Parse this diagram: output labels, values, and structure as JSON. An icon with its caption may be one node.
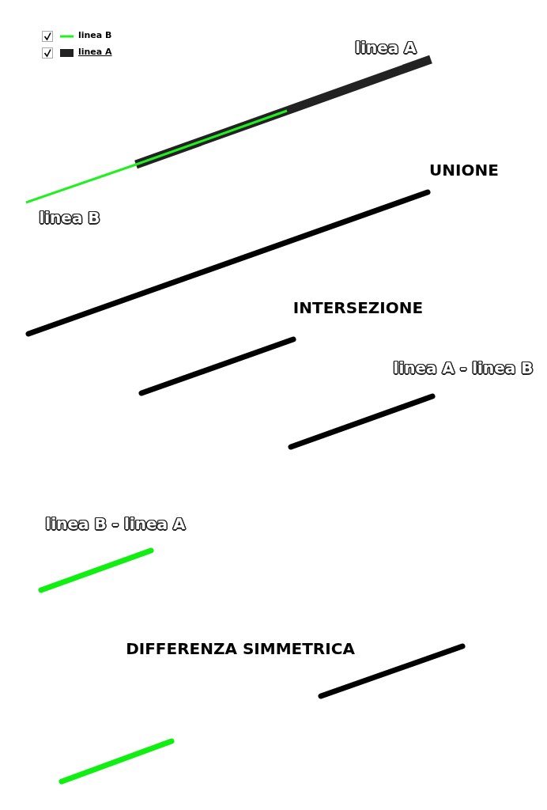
{
  "diagram": {
    "labels": [
      "linea A",
      "linea B",
      "UNIONE",
      "INTERSEZIONE",
      "linea A - linea B",
      "linea B - linea A",
      "DIFFERENZA SIMMETRICA"
    ],
    "legend": [
      {
        "text": "linea B"
      },
      {
        "text": "linea A",
        "color": "#222222"
      }
    ]
  }
}
